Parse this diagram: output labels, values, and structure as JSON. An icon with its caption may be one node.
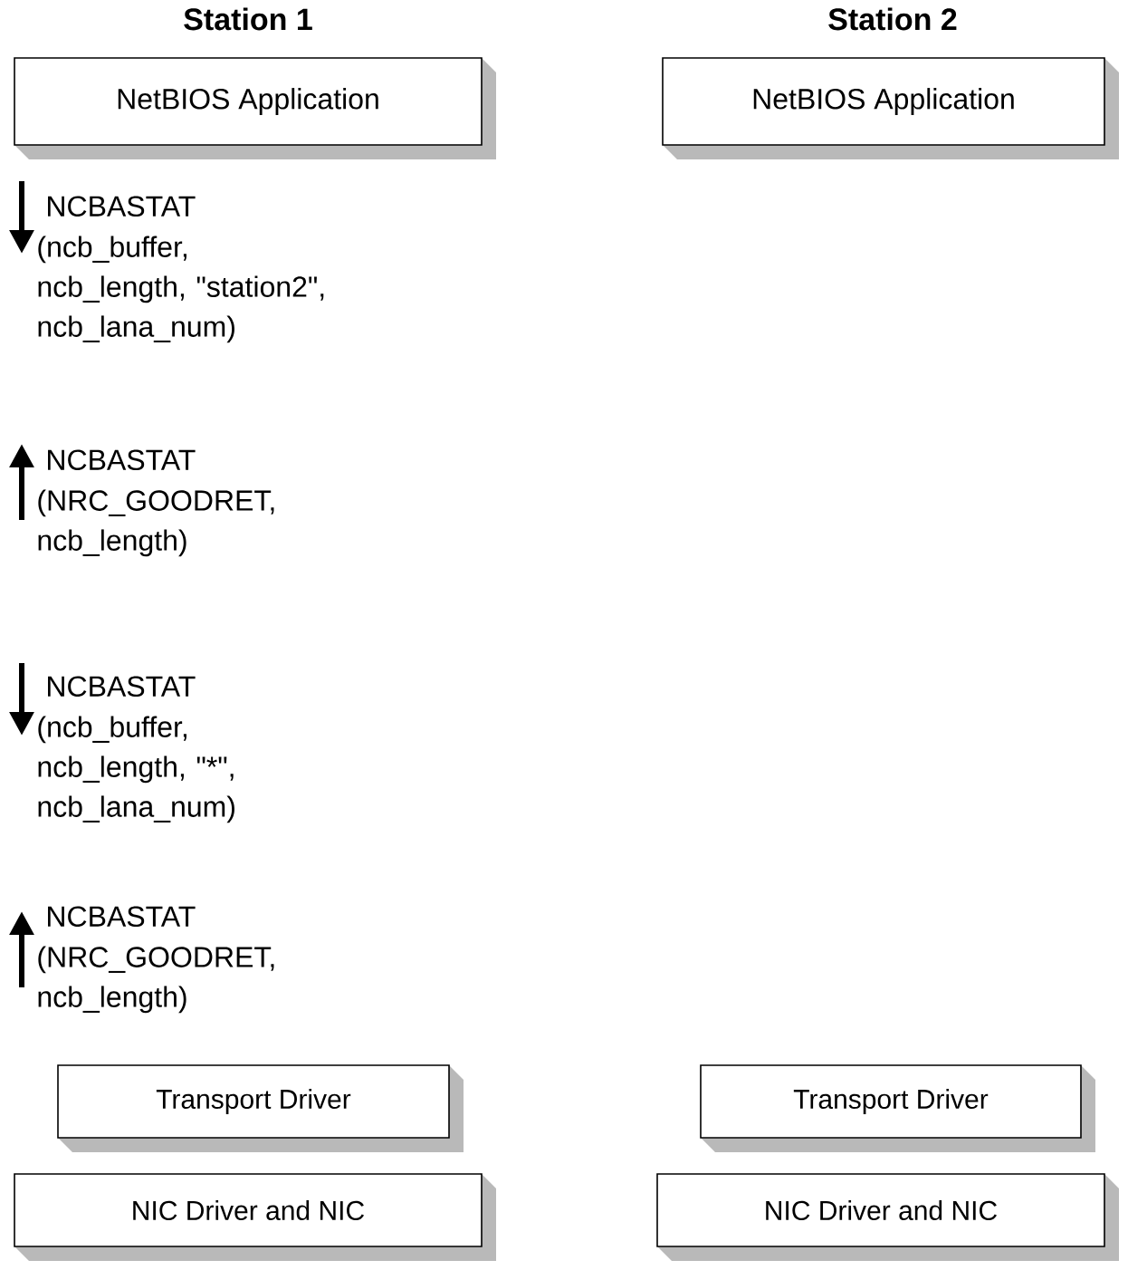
{
  "diagram": {
    "nodes": [
      {
        "text": [
          "NetBIOS Application"
        ]
      },
      {
        "text": [
          "NetBIOS Application"
        ]
      },
      {
        "text": [
          "Transport Driver"
        ]
      },
      {
        "text": [
          "Transport Driver"
        ]
      },
      {
        "text": [
          "NIC Driver and NIC"
        ]
      },
      {
        "text": [
          "NIC Driver and NIC"
        ]
      }
    ],
    "labels": [
      "Station 1",
      "Station 2",
      "NCBASTAT",
      "(ncb_buffer, ncb_length, \"station2\", ncb_lana_num)",
      "NCBASTAT",
      "(NRC_GOODRET, ncb_length)",
      "NCBASTAT",
      "(ncb_buffer, ncb_length, \"*\", ncb_lana_num)",
      "NCBASTAT",
      "(NRC_GOODRET, ncb_length)"
    ]
  }
}
